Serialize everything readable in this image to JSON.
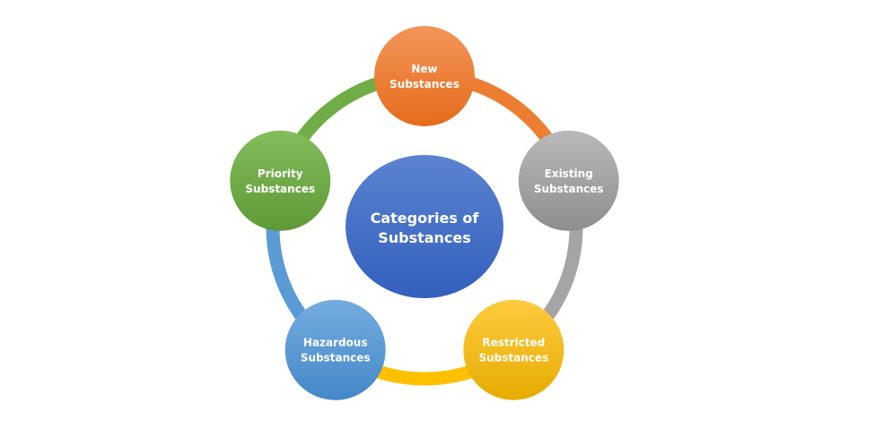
{
  "center": {
    "line1": "Categories of",
    "line2": "Substances",
    "color": "#4472C4"
  },
  "nodes": [
    {
      "id": "new",
      "line1": "New",
      "line2": "Substances",
      "color": "#ED7D31",
      "light": "#F4955A",
      "dark": "#E46C1A"
    },
    {
      "id": "existing",
      "line1": "Existing",
      "line2": "Substances",
      "color": "#A5A5A5",
      "light": "#B9B9B9",
      "dark": "#8E8E8E"
    },
    {
      "id": "restricted",
      "line1": "Restricted",
      "line2": "Substances",
      "color": "#FFC000",
      "light": "#FFCB40",
      "dark": "#E6AC00"
    },
    {
      "id": "hazardous",
      "line1": "Hazardous",
      "line2": "Substances",
      "color": "#5B9BD5",
      "light": "#74ACE0",
      "dark": "#4488C8"
    },
    {
      "id": "priority",
      "line1": "Priority",
      "line2": "Substances",
      "color": "#70AD47",
      "light": "#84BD5C",
      "dark": "#5E9A36"
    }
  ]
}
